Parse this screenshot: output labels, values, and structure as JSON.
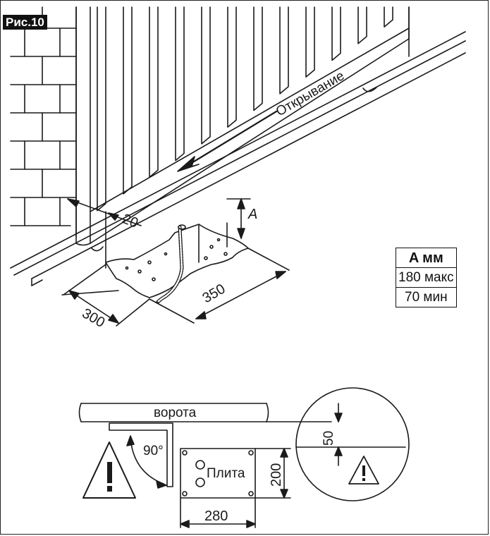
{
  "figure": {
    "label": "Рис.10",
    "opening_label": "Открывание",
    "dim_wall_offset": "20",
    "dim_height_label": "A",
    "dim_width_300": "300",
    "dim_length_350": "350"
  },
  "spec_table": {
    "header": "A мм",
    "rows": [
      "180 макс",
      "70 мин"
    ]
  },
  "plan_view": {
    "gate_label": "ворота",
    "angle_label": "90°",
    "plate_label": "Плита",
    "plate_height": "200",
    "plate_width": "280",
    "detail_gap": "50"
  },
  "icons": [
    "warning-icon",
    "warning-icon-small"
  ]
}
